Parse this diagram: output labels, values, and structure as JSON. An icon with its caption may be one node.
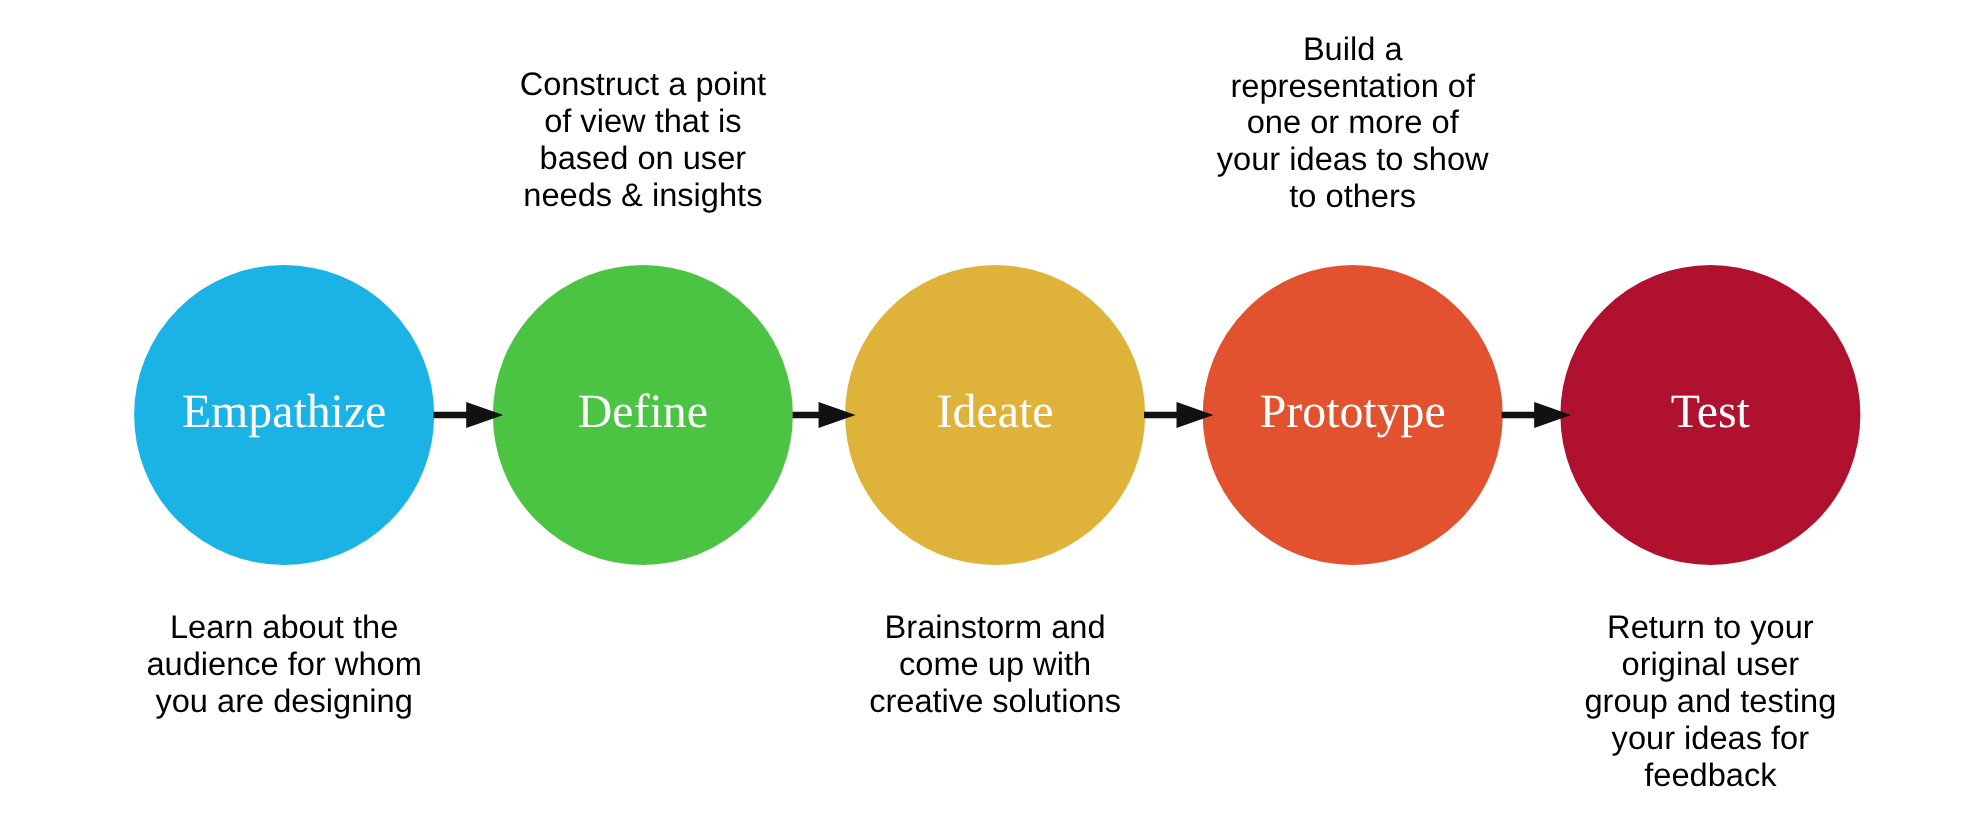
{
  "diagram": {
    "nodes": [
      {
        "text": [
          "Empathize"
        ],
        "beside": [
          "Learn about the audience for whom you are designing"
        ]
      },
      {
        "text": [
          "Define"
        ],
        "beside": [
          "Construct a point of view that is based on user needs & insights"
        ]
      },
      {
        "text": [
          "Ideate"
        ],
        "beside": [
          "Brainstorm and come up with creative solutions"
        ]
      },
      {
        "text": [
          "Prototype"
        ],
        "beside": [
          "Build a representation of one or more of your ideas to show to others"
        ]
      },
      {
        "text": [
          "Test"
        ],
        "beside": [
          "Return to your original user group and testing your ideas for feedback"
        ]
      }
    ],
    "edges": [
      {
        "from": 0,
        "to": 1,
        "arrow": "to"
      },
      {
        "from": 1,
        "to": 2,
        "arrow": "to"
      },
      {
        "from": 2,
        "to": 3,
        "arrow": "to"
      },
      {
        "from": 3,
        "to": 4,
        "arrow": "to"
      }
    ]
  }
}
